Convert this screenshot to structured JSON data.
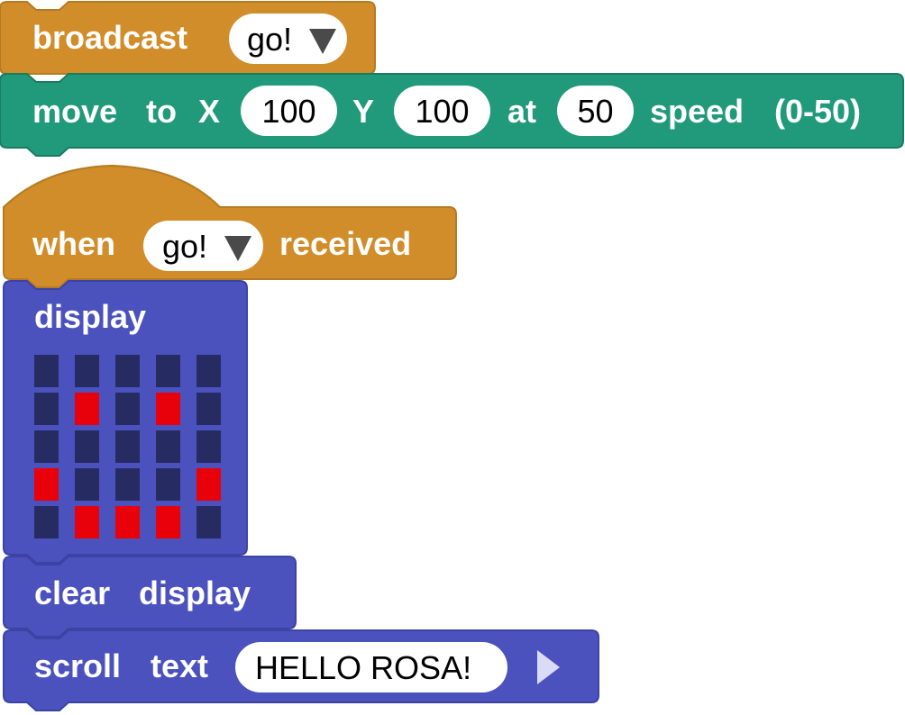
{
  "colors": {
    "events": "#d18d29",
    "events_border": "#b57a22",
    "motion": "#209a7b",
    "motion_border": "#187c63",
    "looks": "#4b52be",
    "looks_border": "#3c43a3",
    "led_off": "#262c61",
    "led_on": "#e8000b",
    "field": "#ffffff",
    "text": "#ffffff",
    "value_text": "#000000",
    "arrow": "#dadcf5"
  },
  "broadcast_block": {
    "label": "broadcast",
    "message_value": "go!",
    "dropdown_icon": "triangle-down-icon"
  },
  "move_block": {
    "label_move": "move",
    "label_to": "to",
    "label_x": "X",
    "x_value": "100",
    "label_y": "Y",
    "y_value": "100",
    "label_at": "at",
    "speed_value": "50",
    "label_speed": "speed",
    "label_range": "(0-50)"
  },
  "when_block": {
    "label_when": "when",
    "message_value": "go!",
    "dropdown_icon": "triangle-down-icon",
    "label_received": "received"
  },
  "display_block": {
    "label": "display",
    "grid": [
      [
        0,
        0,
        0,
        0,
        0
      ],
      [
        0,
        1,
        0,
        1,
        0
      ],
      [
        0,
        0,
        0,
        0,
        0
      ],
      [
        1,
        0,
        0,
        0,
        1
      ],
      [
        0,
        1,
        1,
        1,
        0
      ]
    ]
  },
  "clear_block": {
    "label_clear": "clear",
    "label_display": "display"
  },
  "scroll_block": {
    "label_scroll": "scroll",
    "label_text": "text",
    "text_value": "HELLO ROSA!",
    "arrow_icon": "triangle-right-icon"
  }
}
